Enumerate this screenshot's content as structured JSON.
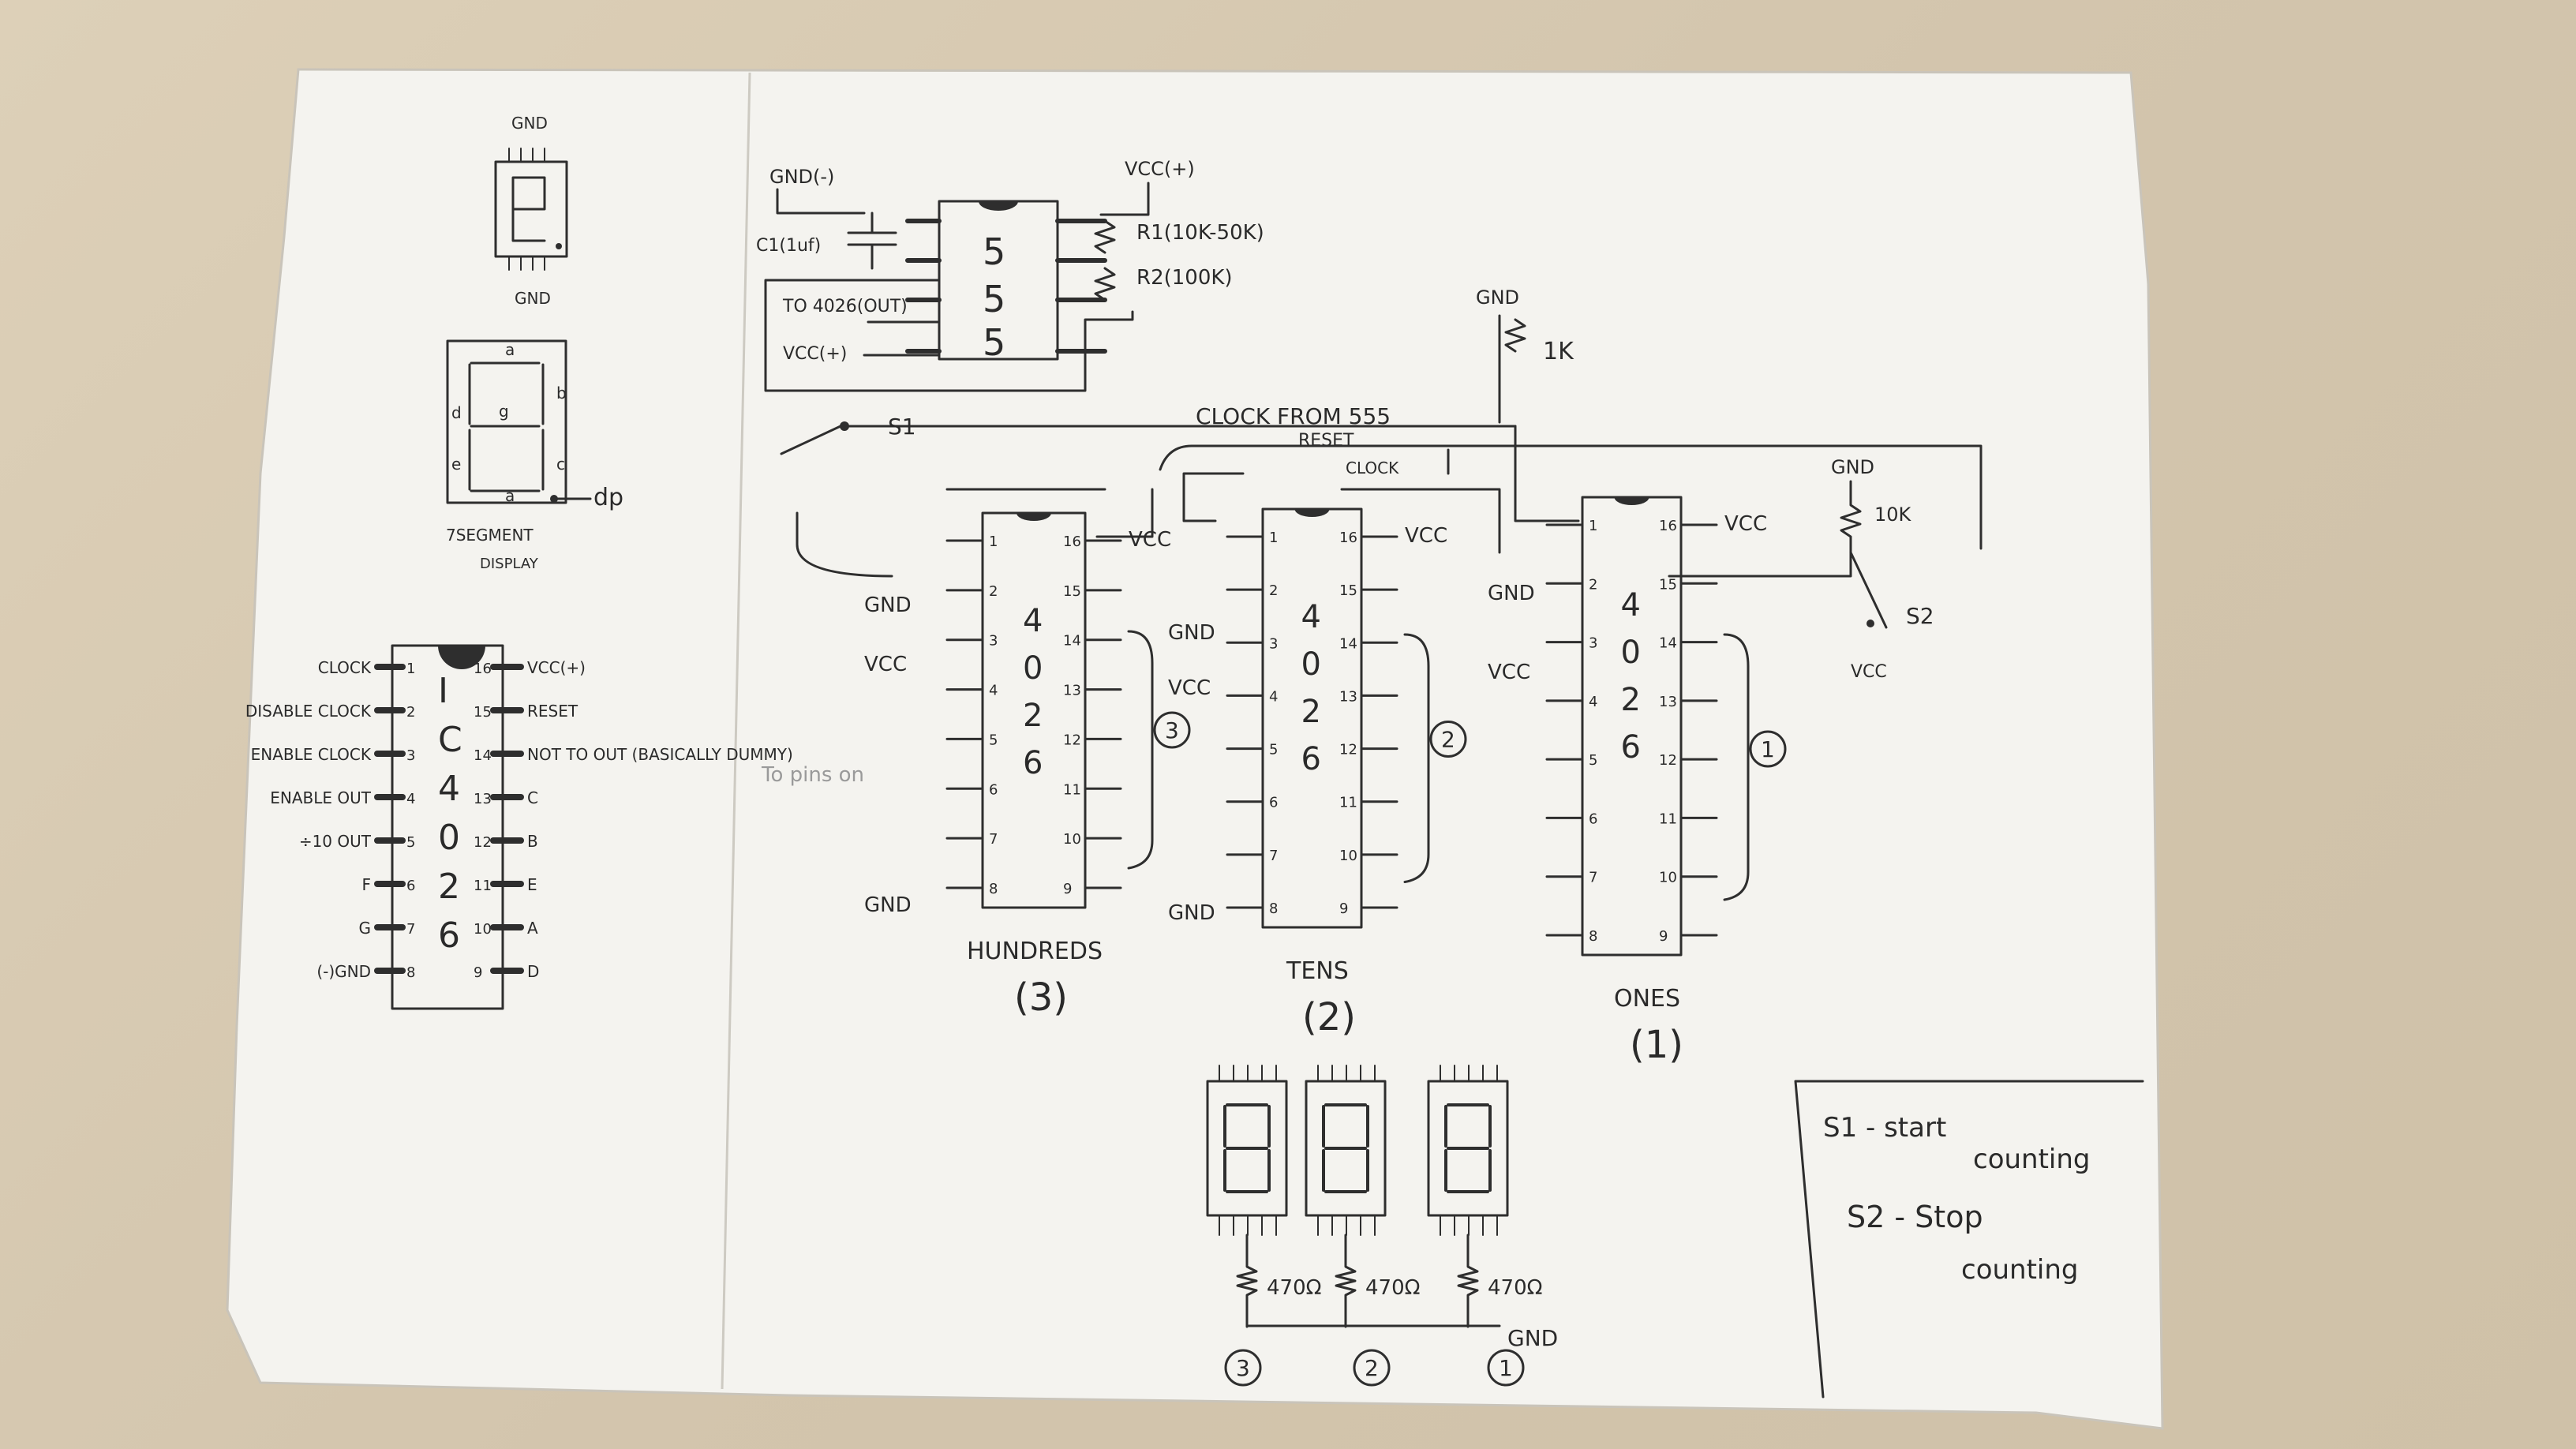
{
  "top_display": {
    "top_label": "GND",
    "bottom_label": "GND"
  },
  "segment_diagram": {
    "segments": [
      "a",
      "b",
      "c",
      "d",
      "e",
      "g",
      "dp",
      "a"
    ],
    "caption_line1": "7SEGMENT",
    "caption_line2": "DISPLAY"
  },
  "ic_4026_pinout": {
    "body_letters": [
      "I",
      "C",
      "4",
      "0",
      "2",
      "6"
    ],
    "left_pins": [
      {
        "num": "1",
        "label": "CLOCK"
      },
      {
        "num": "2",
        "label": "DISABLE CLOCK"
      },
      {
        "num": "3",
        "label": "ENABLE CLOCK"
      },
      {
        "num": "4",
        "label": "ENABLE OUT"
      },
      {
        "num": "5",
        "label": "÷10 OUT"
      },
      {
        "num": "6",
        "label": "F"
      },
      {
        "num": "7",
        "label": "G"
      },
      {
        "num": "8",
        "label": "(-)GND"
      }
    ],
    "right_pins": [
      {
        "num": "16",
        "label": "VCC(+)"
      },
      {
        "num": "15",
        "label": "RESET"
      },
      {
        "num": "14",
        "label": "NOT TO OUT (BASICALLY DUMMY)"
      },
      {
        "num": "13",
        "label": "C"
      },
      {
        "num": "12",
        "label": "B"
      },
      {
        "num": "11",
        "label": "E"
      },
      {
        "num": "10",
        "label": "A"
      },
      {
        "num": "9",
        "label": "D"
      }
    ]
  },
  "timer_555": {
    "chip_text": [
      "5",
      "5",
      "5"
    ],
    "gnd_label": "GND(-)",
    "vcc_label": "VCC(+)",
    "c1_label": "C1(1uf)",
    "r1_label": "R1(10K-50K)",
    "r2_label": "R2(100K)",
    "to_4026_label": "TO 4026(OUT)",
    "vcc_left_label": "VCC(+)"
  },
  "main_circuit": {
    "s1_label": "S1",
    "clock_label": "CLOCK FROM 555",
    "reset_label": "RESET",
    "clock_small_label": "CLOCK",
    "gnd_1k": "GND",
    "r_1k": "1K",
    "gnd_10k": "GND",
    "r_10k": "10K",
    "s2_label": "S2",
    "vcc_s2": "VCC",
    "chips": [
      {
        "id": "hundreds",
        "name": "HUNDREDS",
        "num": "(3)",
        "circled": "3",
        "left_labels": [
          "GND",
          "VCC",
          "GND"
        ],
        "vcc_label": "VCC"
      },
      {
        "id": "tens",
        "name": "TENS",
        "num": "(2)",
        "circled": "2",
        "left_labels": [
          "GND",
          "VCC",
          "GND"
        ],
        "vcc_label": "VCC"
      },
      {
        "id": "ones",
        "name": "ONES",
        "num": "(1)",
        "circled": "1",
        "left_labels": [
          "GND",
          "VCC"
        ],
        "vcc_label": "VCC"
      }
    ],
    "chip_body_text": [
      "4",
      "0",
      "2",
      "6"
    ],
    "pin_numbers_left": [
      "1",
      "2",
      "3",
      "4",
      "5",
      "6",
      "7",
      "8"
    ],
    "pin_numbers_right": [
      "16",
      "15",
      "14",
      "13",
      "12",
      "11",
      "10",
      "9"
    ],
    "faint_note": "To pins on"
  },
  "bottom_displays": {
    "resistors": [
      "470Ω",
      "470Ω",
      "470Ω"
    ],
    "gnd_label": "GND",
    "circled": [
      "3",
      "2",
      "1"
    ]
  },
  "legend": {
    "s1_line1": "S1 - start",
    "s1_line2": "counting",
    "s2_line1": "S2 - Stop",
    "s2_line2": "counting"
  },
  "colors": {
    "paper": "#f4f3ef",
    "ink": "#2e2e2e",
    "table": "#d8cbb4"
  }
}
